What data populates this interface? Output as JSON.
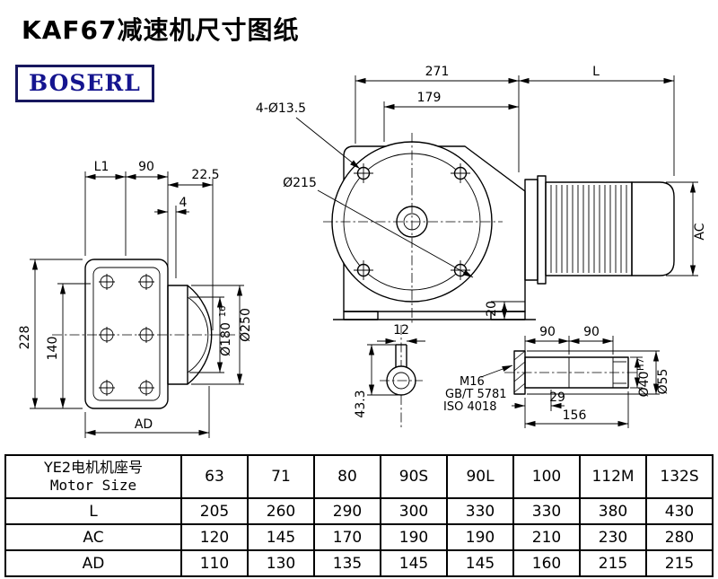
{
  "page": {
    "title": "KAF67减速机尺寸图纸",
    "logo": "BOSERL"
  },
  "drawing": {
    "dims": {
      "d271": "271",
      "dL": "L",
      "d179": "179",
      "holes": "4-Ø13.5",
      "d215": "Ø215",
      "dL1": "L1",
      "d90side": "90",
      "d22_5": "22.5",
      "d4": "4",
      "d228": "228",
      "d140": "140",
      "dAD": "AD",
      "d180": "Ø180",
      "d180tol": "16",
      "d250": "Ø250",
      "dAC": "AC",
      "d20": "20",
      "d12": "12",
      "d43_3": "43.3",
      "d90a": "90",
      "d90b": "90",
      "m16": "M16",
      "gb": "GB/T 5781",
      "iso": "ISO 4018",
      "d29": "29",
      "d156": "156",
      "d40": "Ø40",
      "d40tol": "H7",
      "d55": "Ø55"
    }
  },
  "table": {
    "header": {
      "label_cn": "YE2电机机座号",
      "label_en": "Motor Size",
      "sizes": [
        "63",
        "71",
        "80",
        "90S",
        "90L",
        "100",
        "112M",
        "132S"
      ]
    },
    "rows": [
      {
        "label": "L",
        "values": [
          "205",
          "260",
          "290",
          "300",
          "330",
          "330",
          "380",
          "430"
        ]
      },
      {
        "label": "AC",
        "values": [
          "120",
          "145",
          "170",
          "190",
          "190",
          "210",
          "230",
          "280"
        ]
      },
      {
        "label": "AD",
        "values": [
          "110",
          "130",
          "135",
          "145",
          "145",
          "160",
          "215",
          "215"
        ]
      }
    ]
  }
}
